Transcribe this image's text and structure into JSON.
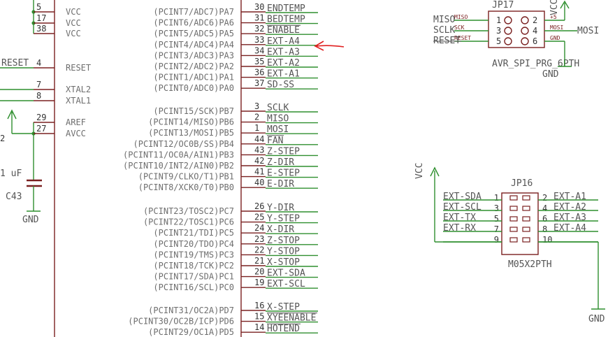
{
  "colors": {
    "wire": "#2f8f2f",
    "part": "#7a2020",
    "text": "#555555",
    "junction": "#2f8f2f",
    "annotation": "#e02020"
  },
  "mcu": {
    "left_pins": [
      {
        "num": "5",
        "name": "VCC"
      },
      {
        "num": "17",
        "name": "VCC"
      },
      {
        "num": "38",
        "name": "VCC"
      },
      {
        "num": "4",
        "name": "RESET",
        "net": "RESET"
      },
      {
        "num": "7",
        "name": "XTAL2"
      },
      {
        "num": "8",
        "name": "XTAL1"
      },
      {
        "num": "29",
        "name": "AREF"
      },
      {
        "num": "27",
        "name": "AVCC"
      }
    ],
    "right_pins": [
      {
        "num": "30",
        "name": "(PCINT7/ADC7)PA7",
        "net": "ENDTEMP"
      },
      {
        "num": "31",
        "name": "(PCINT6/ADC6)PA6",
        "net": "BEDTEMP"
      },
      {
        "num": "32",
        "name": "(PCINT5/ADC5)PA5",
        "net": "ENABLE"
      },
      {
        "num": "33",
        "name": "(PCINT4/ADC4)PA4",
        "net": "EXT-A4"
      },
      {
        "num": "34",
        "name": "(PCINT3/ADC3)PA3",
        "net": "EXT-A3"
      },
      {
        "num": "35",
        "name": "(PCINT2/ADC2)PA2",
        "net": "EXT-A2"
      },
      {
        "num": "36",
        "name": "(PCINT1/ADC1)PA1",
        "net": "EXT-A1"
      },
      {
        "num": "37",
        "name": "(PCINT0/ADC0)PA0",
        "net": "SD-SS"
      },
      {
        "num": "3",
        "name": "(PCINT15/SCK)PB7",
        "net": "SCLK"
      },
      {
        "num": "2",
        "name": "(PCINT14/MISO)PB6",
        "net": "MISO"
      },
      {
        "num": "1",
        "name": "(PCINT13/MOSI)PB5",
        "net": "MOSI"
      },
      {
        "num": "44",
        "name": "(PCINT12/OC0B/SS)PB4",
        "net": "FAN"
      },
      {
        "num": "43",
        "name": "(PCINT11/OC0A/AIN1)PB3",
        "net": "Z-STEP"
      },
      {
        "num": "42",
        "name": "(PCINT10/INT2/AIN0)PB2",
        "net": "Z-DIR"
      },
      {
        "num": "41",
        "name": "(PCINT9/CLKO/T1)PB1",
        "net": "E-STEP"
      },
      {
        "num": "40",
        "name": "(PCINT8/XCK0/T0)PB0",
        "net": "E-DIR"
      },
      {
        "num": "26",
        "name": "(PCINT23/TOSC2)PC7",
        "net": "Y-DIR"
      },
      {
        "num": "25",
        "name": "(PCINT22/TOSC1)PC6",
        "net": "Y-STEP"
      },
      {
        "num": "24",
        "name": "(PCINT21/TDI)PC5",
        "net": "X-DIR"
      },
      {
        "num": "23",
        "name": "(PCINT20/TDO)PC4",
        "net": "Z-STOP"
      },
      {
        "num": "22",
        "name": "(PCINT19/TMS)PC3",
        "net": "Y-STOP"
      },
      {
        "num": "21",
        "name": "(PCINT18/TCK)PC2",
        "net": "X-STOP"
      },
      {
        "num": "20",
        "name": "(PCINT17/SDA)PC1",
        "net": "EXT-SDA"
      },
      {
        "num": "19",
        "name": "(PCINT16/SCL)PC0",
        "net": "EXT-SCL"
      },
      {
        "num": "16",
        "name": "(PCINT31/OC2A)PD7",
        "net": "X-STEP"
      },
      {
        "num": "15",
        "name": "(PCINT30/OC2B/ICP)PD6",
        "net": "XYEENABLE"
      },
      {
        "num": "14",
        "name": "(PCINT29/OC1A)PD5",
        "net": "HOTEND"
      }
    ]
  },
  "left_misc": {
    "left_edge_fragment": "2",
    "cap_value": "1 uF",
    "cap_name": "C43",
    "gnd": "GND"
  },
  "jp17": {
    "name": "JP17",
    "footprint": "AVR_SPI_PRG_6PTH",
    "vcc": "VCC",
    "gnd": "GND",
    "left_nets": [
      "MISO",
      "SCLK",
      "RESET"
    ],
    "right_nets": [
      "MOSI"
    ],
    "pin_nums_left": [
      "1",
      "3",
      "5"
    ],
    "pin_nums_right": [
      "2",
      "4",
      "6"
    ],
    "small_left": [
      "MISO",
      "SCK",
      "RESET"
    ],
    "small_right": [
      "+5",
      "MOSI",
      "GND"
    ]
  },
  "jp16": {
    "name": "JP16",
    "footprint": "M05X2PTH",
    "vcc": "VCC",
    "gnd": "GND",
    "left": [
      {
        "net": "EXT-SDA",
        "num": "1"
      },
      {
        "net": "EXT-SCL",
        "num": "3"
      },
      {
        "net": "EXT-TX",
        "num": "5"
      },
      {
        "net": "EXT-RX",
        "num": "7"
      },
      {
        "net": "",
        "num": "9"
      }
    ],
    "right": [
      {
        "net": "EXT-A1",
        "num": "2"
      },
      {
        "net": "EXT-A2",
        "num": "4"
      },
      {
        "net": "EXT-A3",
        "num": "6"
      },
      {
        "net": "EXT-A4",
        "num": "8"
      },
      {
        "net": "",
        "num": "10"
      }
    ]
  }
}
